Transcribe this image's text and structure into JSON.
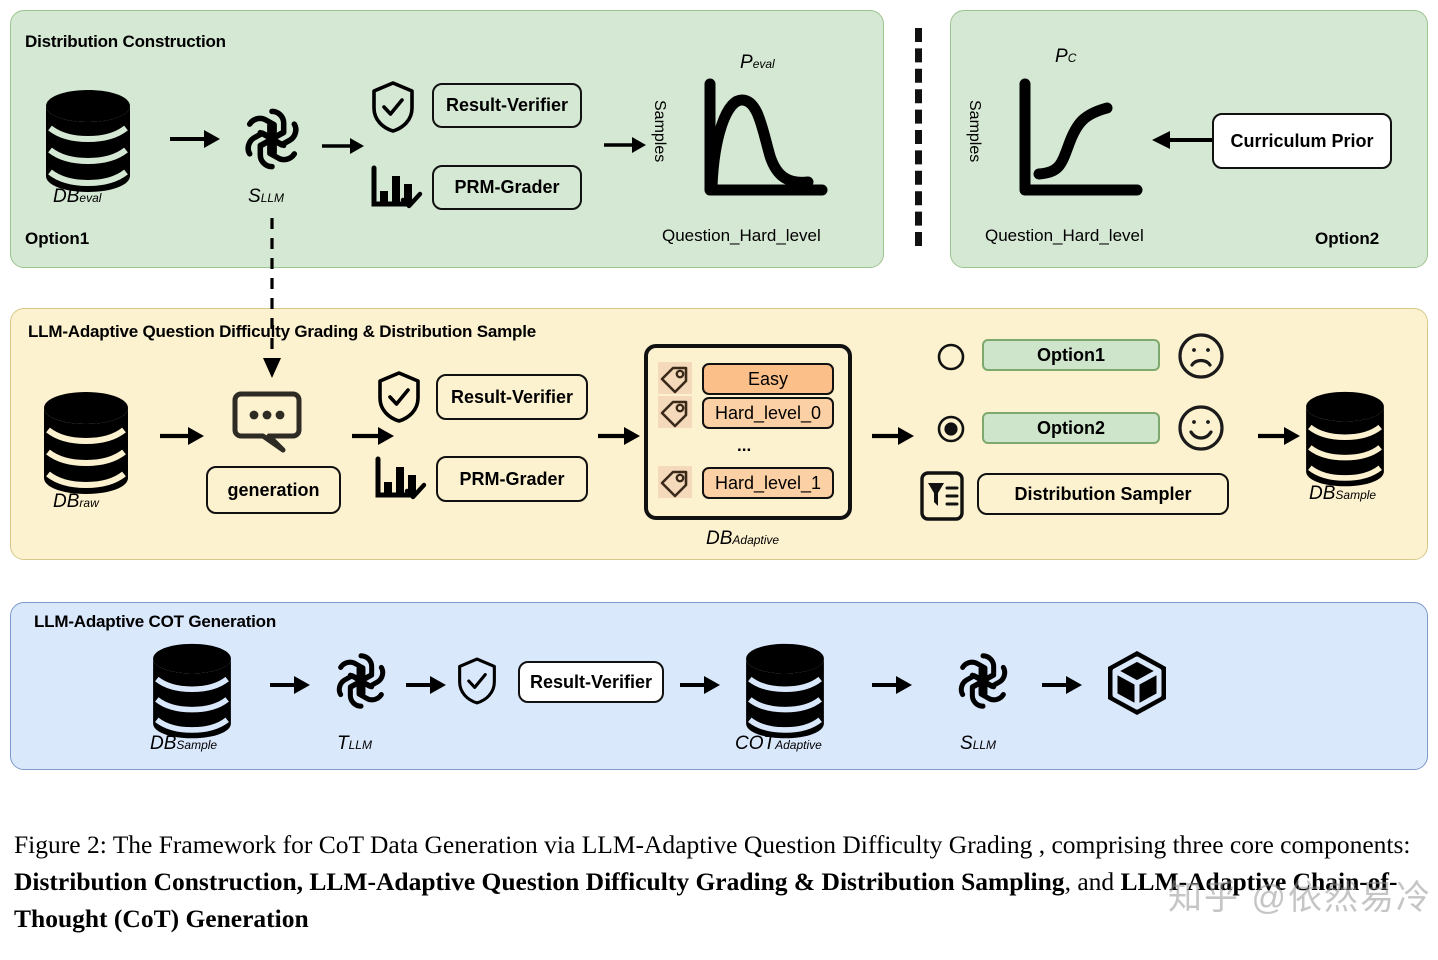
{
  "figure": {
    "caption_prefix": "Figure 2: The Framework for CoT Data Generation via LLM-Adaptive Question Difficulty Grading , comprising three core components: ",
    "caption_bold_1": "Distribution Construction, LLM-Adaptive Question Difficulty Grading & Distribution Sampling",
    "caption_mid": ", and ",
    "caption_bold_2": "LLM-Adaptive Chain-of-Thought (CoT) Generation",
    "watermark": "知乎 @依然易冷"
  },
  "colors": {
    "green_panel": "#d5e8d4",
    "green_border": "#9cc48f",
    "yellow_panel": "#fdf2cf",
    "yellow_border": "#d6c88a",
    "blue_panel": "#dae8fc",
    "blue_border": "#7e9ac8",
    "chip_orange": "#fbd0a4",
    "chip_orange_easy": "#fbbf8a",
    "option_green": "#cfe5cb",
    "ink": "#111111"
  },
  "panel_distribution": {
    "title": "Distribution Construction",
    "db_label_main": "DB",
    "db_label_sub": "eval",
    "llm_label_main": "S",
    "llm_label_sub": "LLM",
    "verifier_box": "Result-Verifier",
    "grader_box": "PRM-Grader",
    "samples_axis": "Samples",
    "curve_label_main": "P",
    "curve_label_sub": "eval",
    "x_axis_label": "Question_Hard_level",
    "option_tag": "Option1"
  },
  "panel_curriculum": {
    "samples_axis": "Samples",
    "curve_label_main": "P",
    "curve_label_sub": "C",
    "prior_box": "Curriculum Prior",
    "x_axis_label": "Question_Hard_level",
    "option_tag": "Option2"
  },
  "panel_grading": {
    "title": "LLM-Adaptive Question Difficulty Grading & Distribution Sample",
    "db_label_main": "DB",
    "db_label_sub": "raw",
    "generation_box": "generation",
    "verifier_box": "Result-Verifier",
    "grader_box": "PRM-Grader",
    "tags": [
      {
        "label": "Easy"
      },
      {
        "label": "Hard_level_0"
      },
      {
        "label": "Hard_level_1"
      }
    ],
    "tags_ellipsis": "...",
    "adaptive_label_main": "DB",
    "adaptive_label_sub": "Adaptive",
    "options": [
      {
        "label": "Option1",
        "selected": false,
        "face": "sad"
      },
      {
        "label": "Option2",
        "selected": true,
        "face": "happy"
      }
    ],
    "sampler_box": "Distribution  Sampler",
    "out_label_main": "DB",
    "out_label_sub": "Sample"
  },
  "panel_cot": {
    "title": "LLM-Adaptive COT Generation",
    "db_label_main": "DB",
    "db_label_sub": "Sample",
    "tllm_label_main": "T",
    "tllm_label_sub": "LLM",
    "verifier_box": "Result-Verifier",
    "cot_label_main": "COT",
    "cot_label_sub": "Adaptive",
    "sllm_label_main": "S",
    "sllm_label_sub": "LLM"
  }
}
